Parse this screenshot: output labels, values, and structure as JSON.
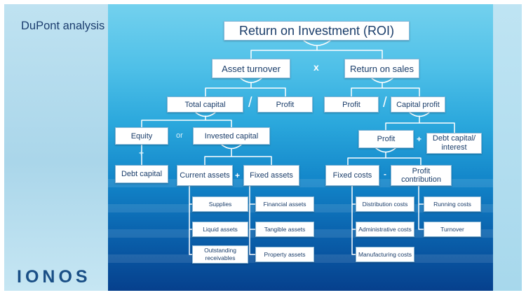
{
  "header": {
    "title": "DuPont analysis",
    "logo": "IONOS"
  },
  "nodes": {
    "roi": "Return on Investment (ROI)",
    "asset_turnover": "Asset turnover",
    "return_on_sales": "Return on sales",
    "total_capital": "Total capital",
    "profit_1": "Profit",
    "profit_2": "Profit",
    "capital_profit": "Capital profit",
    "equity": "Equity",
    "invested_capital": "Invested capital",
    "debt_capital": "Debt capital",
    "profit_3": "Profit",
    "debt_capital_interest_1": "Debt capital/",
    "debt_capital_interest_2": "interest",
    "current_assets": "Current assets",
    "fixed_assets": "Fixed assets",
    "fixed_costs": "Fixed costs",
    "profit_contribution": "Profit contribution",
    "supplies": "Supplies",
    "liquid_assets": "Liquid assets",
    "outstanding_receivables_1": "Outstanding",
    "outstanding_receivables_2": "receivables",
    "financial_assets": "Financial assets",
    "tangible_assets": "Tangible assets",
    "property_assets": "Property assets",
    "distribution_costs": "Distribution costs",
    "administrative_costs": "Administrative costs",
    "manufacturing_costs": "Manufacturing costs",
    "running_costs": "Running costs",
    "turnover": "Turnover"
  },
  "operators": {
    "times": "x",
    "divide_1": "/",
    "divide_2": "/",
    "or": "or",
    "plus_equity_debt": "+",
    "plus_current_fixed": "+",
    "plus_profit_debt": "+",
    "minus_fixed_contribution": "-"
  },
  "colors": {
    "box_text": "#1a3d6a",
    "title_text": "#1b3d6e",
    "logo": "#1a4f86",
    "connector": "#ffffff"
  }
}
